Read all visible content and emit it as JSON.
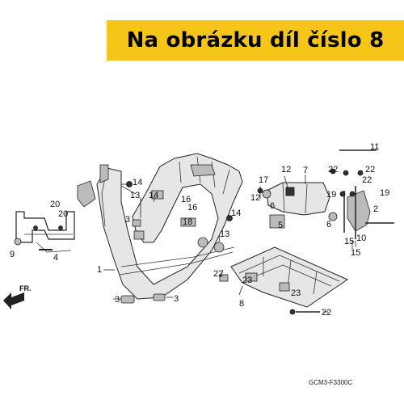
{
  "banner": {
    "text": "Na obrázku díl číslo 8",
    "background": "#F5C518"
  },
  "direction_label": "FR.",
  "diagram_code": "GCM3-F3300C",
  "callouts": [
    {
      "id": "c1",
      "text": "1"
    },
    {
      "id": "c2a",
      "text": "2"
    },
    {
      "id": "c3a",
      "text": "3"
    },
    {
      "id": "c3b",
      "text": "3"
    },
    {
      "id": "c3c",
      "text": "3"
    },
    {
      "id": "c4",
      "text": "4"
    },
    {
      "id": "c5",
      "text": "5"
    },
    {
      "id": "c6a",
      "text": "6"
    },
    {
      "id": "c6b",
      "text": "6"
    },
    {
      "id": "c7",
      "text": "7"
    },
    {
      "id": "c8",
      "text": "8"
    },
    {
      "id": "c9",
      "text": "9"
    },
    {
      "id": "c10",
      "text": "10"
    },
    {
      "id": "c11",
      "text": "11"
    },
    {
      "id": "c12a",
      "text": "12"
    },
    {
      "id": "c12b",
      "text": "12"
    },
    {
      "id": "c13a",
      "text": "13"
    },
    {
      "id": "c13b",
      "text": "13"
    },
    {
      "id": "c14a",
      "text": "14"
    },
    {
      "id": "c14b",
      "text": "14"
    },
    {
      "id": "c14c",
      "text": "14"
    },
    {
      "id": "c15a",
      "text": "15"
    },
    {
      "id": "c15b",
      "text": "15"
    },
    {
      "id": "c16a",
      "text": "16"
    },
    {
      "id": "c16b",
      "text": "16"
    },
    {
      "id": "c17",
      "text": "17"
    },
    {
      "id": "c18",
      "text": "18"
    },
    {
      "id": "c19a",
      "text": "19"
    },
    {
      "id": "c19b",
      "text": "19"
    },
    {
      "id": "c20a",
      "text": "20"
    },
    {
      "id": "c20b",
      "text": "20"
    },
    {
      "id": "c22a",
      "text": "22"
    },
    {
      "id": "c22b",
      "text": "22"
    },
    {
      "id": "c22c",
      "text": "22"
    },
    {
      "id": "c22d",
      "text": "22"
    },
    {
      "id": "c22e",
      "text": "22"
    },
    {
      "id": "c23a",
      "text": "23"
    },
    {
      "id": "c23b",
      "text": "23"
    }
  ]
}
